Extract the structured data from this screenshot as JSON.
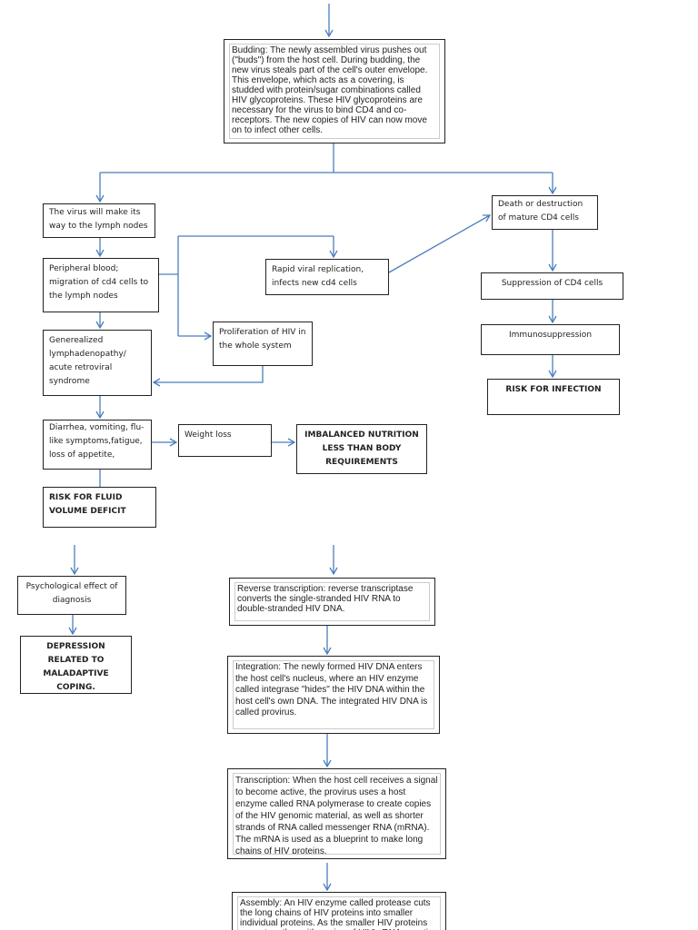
{
  "colors": {
    "arrow": "#4a7ebb",
    "border": "#222222"
  },
  "nodes": {
    "budding": "Budding: The newly assembled virus pushes out (\"buds\") from the host cell. During budding, the new virus steals part of the cell's outer envelope. This envelope, which acts as a covering, is studded with protein/sugar combinations called HIV glycoproteins. These HIV glycoproteins are necessary for the virus to bind CD4 and co-receptors. The new copies of HIV can now move on to infect other cells.",
    "lymph": "The virus will make its way to the lymph nodes",
    "peripheral": "Peripheral blood; migration of cd4 cells to the lymph nodes",
    "generalized": "Generealized lymphadenopathy/ acute retroviral syndrome",
    "diarrhea": "Diarrhea, vomiting, flu-like symptoms,fatigue, loss of appetite,",
    "weight_loss": "Weight loss",
    "imbalanced": "IMBALANCED NUTRITION LESS THAN BODY REQUIREMENTS",
    "risk_fluid": "RISK FOR FLUID VOLUME DEFICIT",
    "rapid": "Rapid viral replication, infects new cd4 cells",
    "proliferation": "Proliferation of HIV in the whole system",
    "death": "Death or destruction of mature CD4 cells",
    "suppression": "Suppression of CD4 cells",
    "immuno": "Immunosuppression",
    "risk_infection": "RISK FOR INFECTION",
    "psychological": "Psychological effect of diagnosis",
    "depression": "DEPRESSION RELATED TO MALADAPTIVE COPING.",
    "reverse": "Reverse transcription:  reverse transcriptase converts the single-stranded HIV RNA to double-stranded HIV DNA.",
    "integration": "Integration: The newly formed HIV DNA enters the host cell's nucleus, where an HIV enzyme called integrase \"hides\" the HIV DNA within the host cell's own DNA. The integrated HIV DNA is called provirus.",
    "transcription": "Transcription: When the host cell receives a signal to become active, the provirus uses a host enzyme called RNA polymerase to create copies of the HIV genomic material, as well as shorter strands of RNA called messenger RNA (mRNA). The mRNA is used as a blueprint to make long chains of HIV proteins.",
    "assembly": "Assembly: An HIV enzyme called protease cuts the long chains of HIV proteins into smaller individual proteins. As the smaller HIV proteins come together with copies of HIV's RNA genetic"
  }
}
